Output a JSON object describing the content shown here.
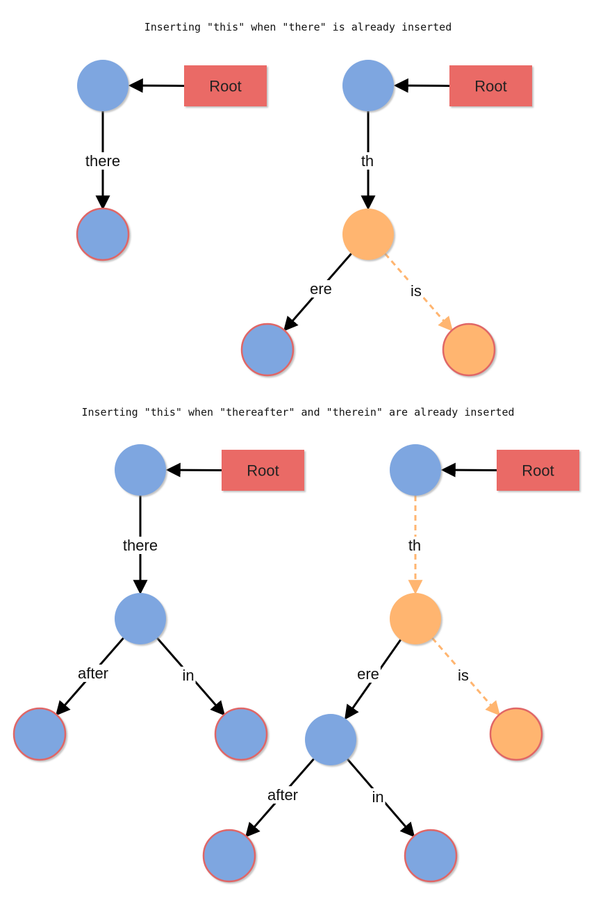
{
  "captions": {
    "top": "Inserting \"this\" when \"there\" is already inserted",
    "bottom": "Inserting \"this\" when \"thereafter\" and \"therein\" are already inserted"
  },
  "root_label": "Root",
  "colors": {
    "node_blue": "#7ea6e0",
    "node_orange": "#ffb570",
    "node_outline": "#e06666",
    "root_fill": "#ea6b66",
    "edge": "#000000",
    "new_edge": "#ffb570"
  },
  "diagrams": [
    {
      "id": "top-left",
      "edges": [
        {
          "label": "there",
          "style": "solid"
        }
      ]
    },
    {
      "id": "top-right",
      "edges": [
        {
          "label": "th",
          "style": "solid"
        },
        {
          "label": "ere",
          "style": "solid"
        },
        {
          "label": "is",
          "style": "dashed"
        }
      ]
    },
    {
      "id": "bottom-left",
      "edges": [
        {
          "label": "there",
          "style": "solid"
        },
        {
          "label": "after",
          "style": "solid"
        },
        {
          "label": "in",
          "style": "solid"
        }
      ]
    },
    {
      "id": "bottom-right",
      "edges": [
        {
          "label": "th",
          "style": "dashed"
        },
        {
          "label": "ere",
          "style": "solid"
        },
        {
          "label": "is",
          "style": "dashed"
        },
        {
          "label": "after",
          "style": "solid"
        },
        {
          "label": "in",
          "style": "solid"
        }
      ]
    }
  ]
}
